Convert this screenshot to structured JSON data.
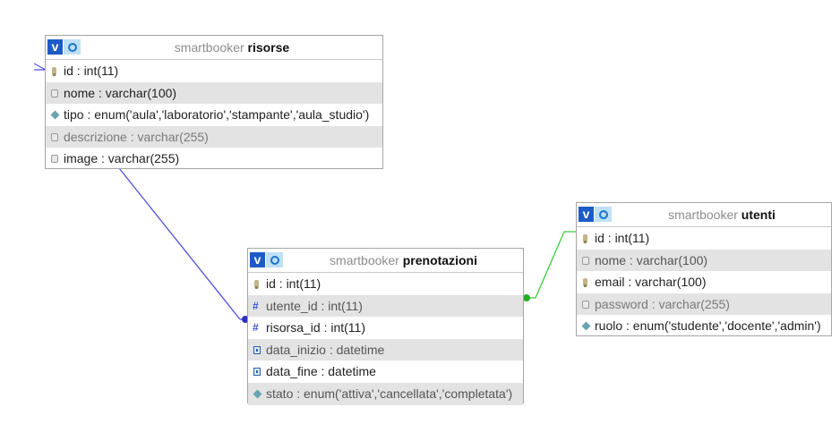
{
  "colors": {
    "link_risorse": "#5050dd",
    "link_utenti": "#3cc93c"
  },
  "tables": {
    "risorse": {
      "db": "smartbooker",
      "name": "risorse",
      "columns": [
        {
          "text": "id : int(11)",
          "icon": "primary-key-icon"
        },
        {
          "text": "nome : varchar(100)",
          "icon": "column-icon"
        },
        {
          "text": "tipo : enum('aula','laboratorio','stampante','aula_studio')",
          "icon": "enum-icon"
        },
        {
          "text": "descrizione : varchar(255)",
          "icon": "column-icon"
        },
        {
          "text": "image : varchar(255)",
          "icon": "column-icon"
        }
      ]
    },
    "prenotazioni": {
      "db": "smartbooker",
      "name": "prenotazioni",
      "columns": [
        {
          "text": "id : int(11)",
          "icon": "primary-key-icon"
        },
        {
          "text": "utente_id : int(11)",
          "icon": "index-icon"
        },
        {
          "text": "risorsa_id : int(11)",
          "icon": "index-icon"
        },
        {
          "text": "data_inizio : datetime",
          "icon": "datetime-icon"
        },
        {
          "text": "data_fine : datetime",
          "icon": "datetime-icon"
        },
        {
          "text": "stato : enum('attiva','cancellata','completata')",
          "icon": "enum-icon"
        }
      ]
    },
    "utenti": {
      "db": "smartbooker",
      "name": "utenti",
      "columns": [
        {
          "text": "id : int(11)",
          "icon": "primary-key-icon"
        },
        {
          "text": "nome : varchar(100)",
          "icon": "column-icon"
        },
        {
          "text": "email : varchar(100)",
          "icon": "column-icon"
        },
        {
          "text": "password : varchar(255)",
          "icon": "column-icon"
        },
        {
          "text": "ruolo : enum('studente','docente','admin')",
          "icon": "enum-icon"
        }
      ]
    }
  }
}
